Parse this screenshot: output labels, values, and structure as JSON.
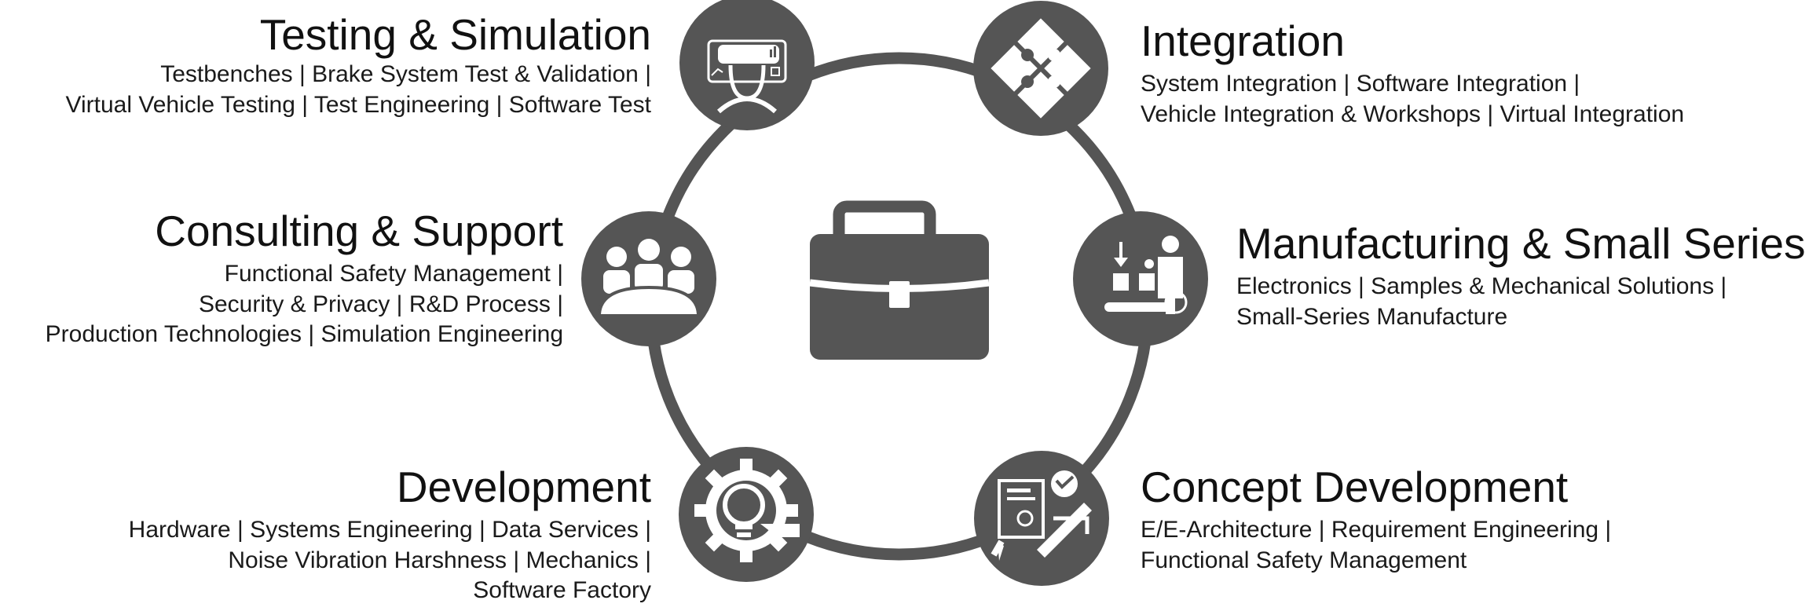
{
  "colors": {
    "ring": "#555555",
    "icon_bg": "#555555",
    "icon_fg": "#ffffff",
    "text": "#111111"
  },
  "center": {
    "icon": "briefcase-icon"
  },
  "services": [
    {
      "key": "testing",
      "title": "Testing & Simulation",
      "icon": "vr-headset-icon",
      "lines": [
        "Testbenches | Brake System Test & Validation |",
        "Virtual Vehicle Testing | Test Engineering | Software Test"
      ]
    },
    {
      "key": "integration",
      "title": "Integration",
      "icon": "puzzle-icon",
      "lines": [
        "System Integration | Software Integration |",
        "Vehicle Integration & Workshops | Virtual Integration"
      ]
    },
    {
      "key": "consulting",
      "title": "Consulting & Support",
      "icon": "meeting-icon",
      "lines": [
        "Functional Safety Management |",
        "Security & Privacy | R&D Process |",
        "Production Technologies | Simulation Engineering"
      ]
    },
    {
      "key": "manufacturing",
      "title": "Manufacturing & Small Series",
      "icon": "assembly-line-icon",
      "lines": [
        "Electronics | Samples & Mechanical Solutions |",
        "Small-Series Manufacture"
      ]
    },
    {
      "key": "development",
      "title": "Development",
      "icon": "gear-lightbulb-icon",
      "lines": [
        "Hardware | Systems Engineering | Data Services |",
        "Noise Vibration Harshness | Mechanics |",
        "Software Factory"
      ]
    },
    {
      "key": "concept",
      "title": "Concept Development",
      "icon": "blueprint-icon",
      "lines": [
        "E/E-Architecture | Requirement Engineering |",
        "Functional Safety Management"
      ]
    }
  ]
}
